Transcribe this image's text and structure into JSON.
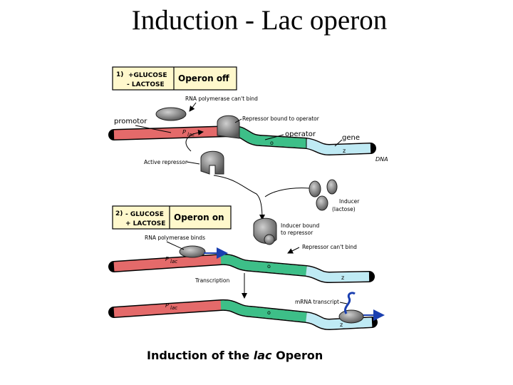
{
  "title": "Induction - Lac operon",
  "panel1": {
    "number": "1)",
    "glucose": "+GLUCOSE",
    "lactose": "- LACTOSE",
    "status": "Operon off",
    "labels": {
      "rna_pol_cant_bind": "RNA polymerase can't bind",
      "repressor_bound": "Repressor bound to operator",
      "promotor": "promotor",
      "operator": "operator",
      "gene": "gene",
      "dna": "DNA",
      "active_repressor": "Active repressor",
      "p_lac": "P",
      "lac_sub": "lac",
      "o": "o",
      "z": "z"
    }
  },
  "inducer": {
    "line1": "Inducer",
    "line2": "(lactose)"
  },
  "panel2": {
    "number": "2)",
    "glucose": "- GLUCOSE",
    "lactose": "+ LACTOSE",
    "status": "Operon on",
    "labels": {
      "rna_pol_binds": "RNA polymerase binds",
      "inducer_bound_1": "Inducer bound",
      "inducer_bound_2": "to repressor",
      "repressor_cant_bind": "Repressor can't bind",
      "transcription": "Transcription",
      "mrna": "mRNA transcript",
      "p_lac": "P",
      "lac_sub": "lac",
      "o": "o",
      "z": "z"
    }
  },
  "caption": {
    "pre": "Induction of the ",
    "italic": "lac",
    "post": " Operon"
  },
  "colors": {
    "promoter": "#e46a6a",
    "operator": "#3dbf88",
    "gene": "#bfeaf4",
    "box": "#fff8cc",
    "arrow": "#1a3fb0"
  }
}
